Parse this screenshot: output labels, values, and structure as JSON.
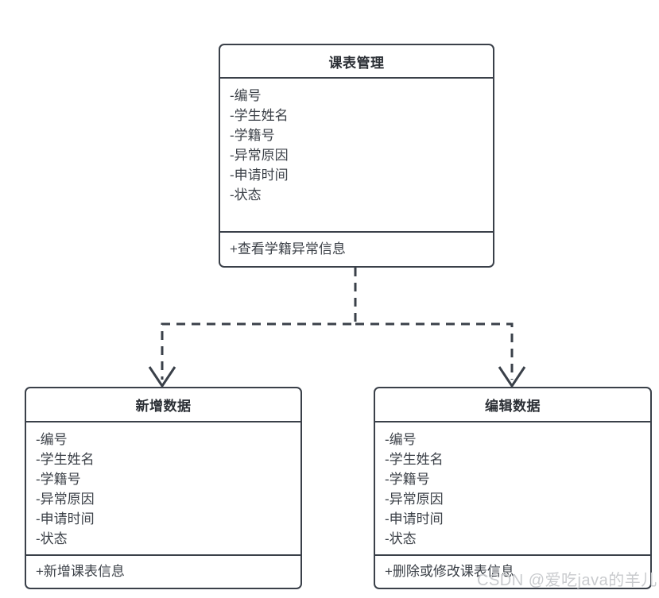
{
  "diagram": {
    "type": "uml-class-diagram",
    "background_color": "#ffffff",
    "border_color": "#3a4049",
    "text_color": "#3c4148",
    "classes": [
      {
        "id": "class-top",
        "name": "课表管理",
        "attributes": [
          "-编号",
          "-学生姓名",
          "-学籍号",
          "-异常原因",
          "-申请时间",
          "-状态"
        ],
        "operations": [
          "+查看学籍异常信息"
        ]
      },
      {
        "id": "class-left",
        "name": "新增数据",
        "attributes": [
          "-编号",
          "-学生姓名",
          "-学籍号",
          "-异常原因",
          "-申请时间",
          "-状态"
        ],
        "operations": [
          "+新增课表信息"
        ]
      },
      {
        "id": "class-right",
        "name": "编辑数据",
        "attributes": [
          "-编号",
          "-学生姓名",
          "-学籍号",
          "-异常原因",
          "-申请时间",
          "-状态"
        ],
        "operations": [
          "+删除或修改课表信息"
        ]
      }
    ],
    "connectors": [
      {
        "id": "connector-left",
        "from": "class-top",
        "to": "class-left",
        "style": "dashed",
        "arrow": "open-v"
      },
      {
        "id": "connector-right",
        "from": "class-top",
        "to": "class-right",
        "style": "dashed",
        "arrow": "open-v"
      }
    ]
  },
  "watermark": {
    "text": "CSDN @爱吃java的羊儿",
    "color": "#c9cbce"
  }
}
